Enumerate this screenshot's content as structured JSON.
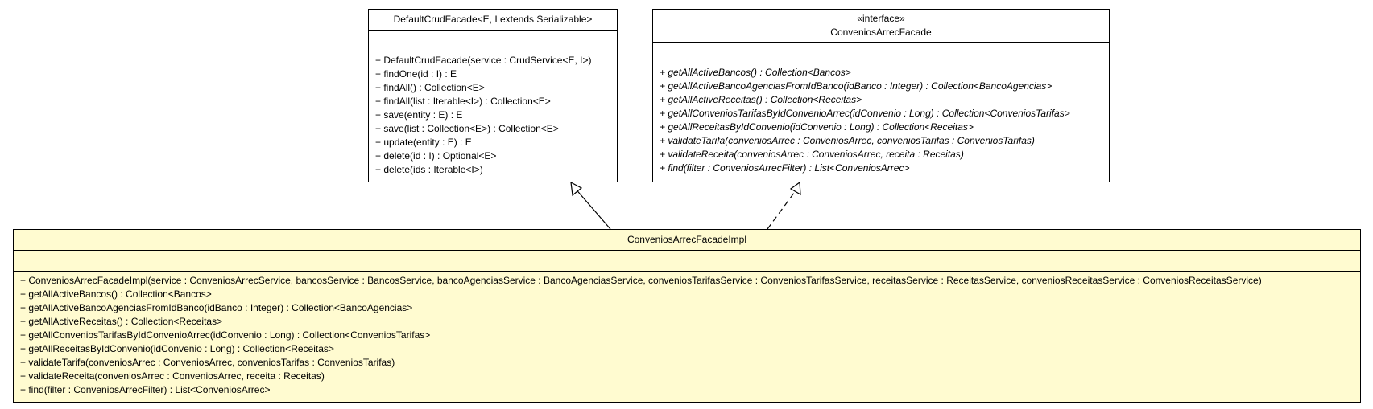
{
  "classes": {
    "default_crud_facade": {
      "name": "DefaultCrudFacade<E, I extends Serializable>",
      "operations": [
        "+ DefaultCrudFacade(service : CrudService<E, I>)",
        "+ findOne(id : I) : E",
        "+ findAll() : Collection<E>",
        "+ findAll(list : Iterable<I>) : Collection<E>",
        "+ save(entity : E) : E",
        "+ save(list : Collection<E>) : Collection<E>",
        "+ update(entity : E) : E",
        "+ delete(id : I) : Optional<E>",
        "+ delete(ids : Iterable<I>)"
      ]
    },
    "convenios_arrec_facade": {
      "stereotype": "«interface»",
      "name": "ConveniosArrecFacade",
      "operations": [
        "+ getAllActiveBancos() : Collection<Bancos>",
        "+ getAllActiveBancoAgenciasFromIdBanco(idBanco : Integer) : Collection<BancoAgencias>",
        "+ getAllActiveReceitas() : Collection<Receitas>",
        "+ getAllConveniosTarifasByIdConvenioArrec(idConvenio : Long) : Collection<ConveniosTarifas>",
        "+ getAllReceitasByIdConvenio(idConvenio : Long) : Collection<Receitas>",
        "+ validateTarifa(conveniosArrec : ConveniosArrec, conveniosTarifas : ConveniosTarifas)",
        "+ validateReceita(conveniosArrec : ConveniosArrec, receita : Receitas)",
        "+ find(filter : ConveniosArrecFilter) : List<ConveniosArrec>"
      ]
    },
    "convenios_arrec_facade_impl": {
      "name": "ConveniosArrecFacadeImpl",
      "operations": [
        "+ ConveniosArrecFacadeImpl(service : ConveniosArrecService, bancosService : BancosService, bancoAgenciasService : BancoAgenciasService, conveniosTarifasService : ConveniosTarifasService, receitasService : ReceitasService, conveniosReceitasService : ConveniosReceitasService)",
        "+ getAllActiveBancos() : Collection<Bancos>",
        "+ getAllActiveBancoAgenciasFromIdBanco(idBanco : Integer) : Collection<BancoAgencias>",
        "+ getAllActiveReceitas() : Collection<Receitas>",
        "+ getAllConveniosTarifasByIdConvenioArrec(idConvenio : Long) : Collection<ConveniosTarifas>",
        "+ getAllReceitasByIdConvenio(idConvenio : Long) : Collection<Receitas>",
        "+ validateTarifa(conveniosArrec : ConveniosArrec, conveniosTarifas : ConveniosTarifas)",
        "+ validateReceita(conveniosArrec : ConveniosArrec, receita : Receitas)",
        "+ find(filter : ConveniosArrecFilter) : List<ConveniosArrec>"
      ]
    }
  },
  "relationships": [
    {
      "type": "generalization",
      "from": "ConveniosArrecFacadeImpl",
      "to": "DefaultCrudFacade<E, I extends Serializable>"
    },
    {
      "type": "realization",
      "from": "ConveniosArrecFacadeImpl",
      "to": "ConveniosArrecFacade"
    }
  ],
  "colors": {
    "impl_fill": "#fffbd0",
    "plain_fill": "#ffffff",
    "line": "#000000"
  }
}
